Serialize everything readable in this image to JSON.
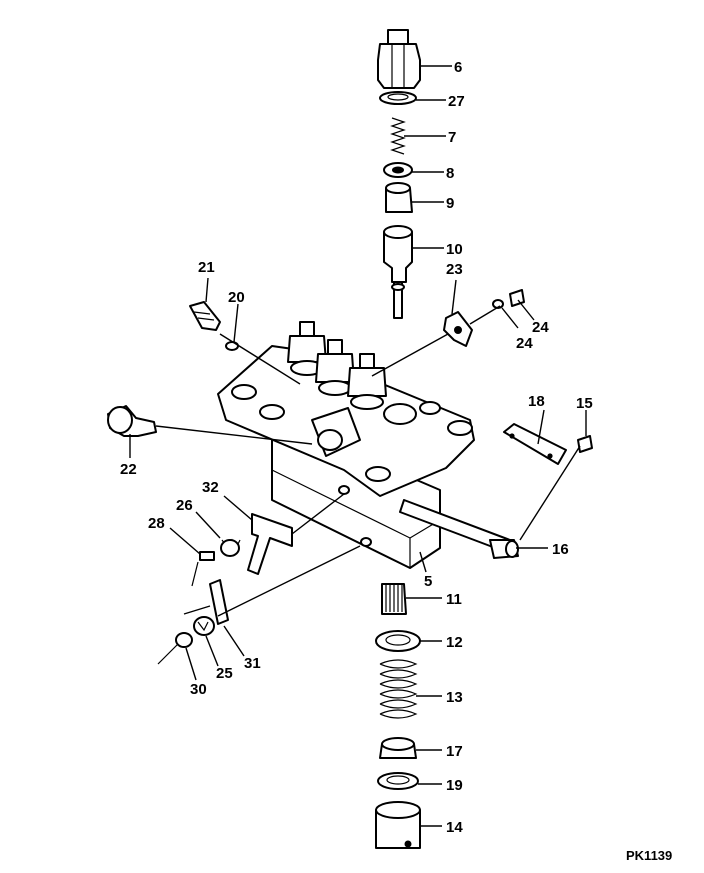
{
  "diagram": {
    "ref_code": "PK1139",
    "labels": [
      {
        "id": "6",
        "text": "6"
      },
      {
        "id": "27",
        "text": "27"
      },
      {
        "id": "7",
        "text": "7"
      },
      {
        "id": "8",
        "text": "8"
      },
      {
        "id": "9",
        "text": "9"
      },
      {
        "id": "10",
        "text": "10"
      },
      {
        "id": "21",
        "text": "21"
      },
      {
        "id": "20",
        "text": "20"
      },
      {
        "id": "23",
        "text": "23"
      },
      {
        "id": "24a",
        "text": "24"
      },
      {
        "id": "24b",
        "text": "24"
      },
      {
        "id": "22",
        "text": "22"
      },
      {
        "id": "18",
        "text": "18"
      },
      {
        "id": "15",
        "text": "15"
      },
      {
        "id": "32",
        "text": "32"
      },
      {
        "id": "26",
        "text": "26"
      },
      {
        "id": "28",
        "text": "28"
      },
      {
        "id": "16",
        "text": "16"
      },
      {
        "id": "5",
        "text": "5"
      },
      {
        "id": "11",
        "text": "11"
      },
      {
        "id": "12",
        "text": "12"
      },
      {
        "id": "13",
        "text": "13"
      },
      {
        "id": "17",
        "text": "17"
      },
      {
        "id": "19",
        "text": "19"
      },
      {
        "id": "14",
        "text": "14"
      },
      {
        "id": "31",
        "text": "31"
      },
      {
        "id": "25",
        "text": "25"
      },
      {
        "id": "30",
        "text": "30"
      }
    ]
  }
}
